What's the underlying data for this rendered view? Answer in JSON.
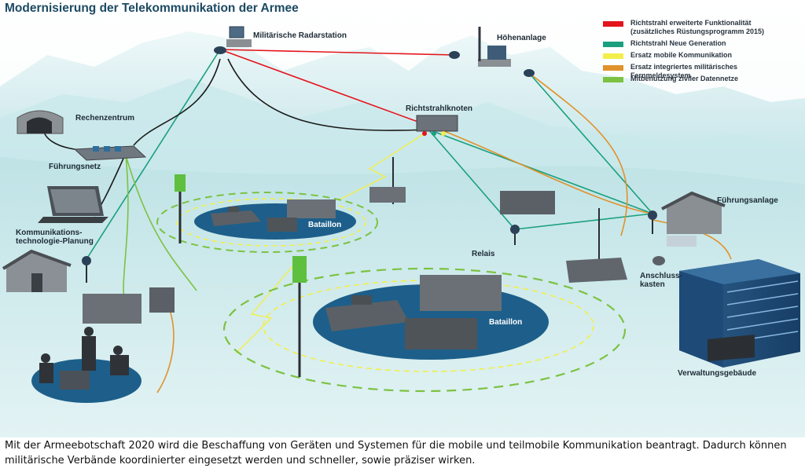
{
  "title": "Modernisierung der Telekommunikation der Armee",
  "legend": [
    {
      "color": "#e4141b",
      "line1": "Richtstrahl erweiterte Funktionalität",
      "line2": "(zusätzliches Rüstungsprogramm 2015)"
    },
    {
      "color": "#1aa07e",
      "line1": "Richtstrahl Neue Generation",
      "line2": ""
    },
    {
      "color": "#f2ef4a",
      "line1": "Ersatz mobile Kommunikation",
      "line2": ""
    },
    {
      "color": "#e0922a",
      "line1": "Ersatz integriertes militärisches Fernmeldesystem",
      "line2": ""
    },
    {
      "color": "#7cc242",
      "line1": "Mitbenutzung ziviler Datennetze",
      "line2": ""
    }
  ],
  "labels": {
    "radar": "Militärische Radarstation",
    "hoehen": "Höhenanlage",
    "rechen": "Rechenzentrum",
    "richt": "Richtstrahlknoten",
    "fuehrungsnetz": "Führungsnetz",
    "kommunikation_1": "Kommunikations-",
    "kommunikation_2": "technologie-Planung",
    "bataillon_1": "Bataillon",
    "bataillon_2": "Bataillon",
    "relais": "Relais",
    "fuehrungsanlage": "Führungsanlage",
    "anschluss_1": "Anschluss-",
    "anschluss_2": "kasten",
    "verwaltung": "Verwaltungsgebäude"
  },
  "caption": "Mit der Armeebotschaft 2020 wird die Beschaffung von Geräten und Systemen für die mobile und teilmobile Kommunikation beantragt. Dadurch können militärische Verbände koordinierter eingesetzt werden und schneller, sowie präziser wirken."
}
